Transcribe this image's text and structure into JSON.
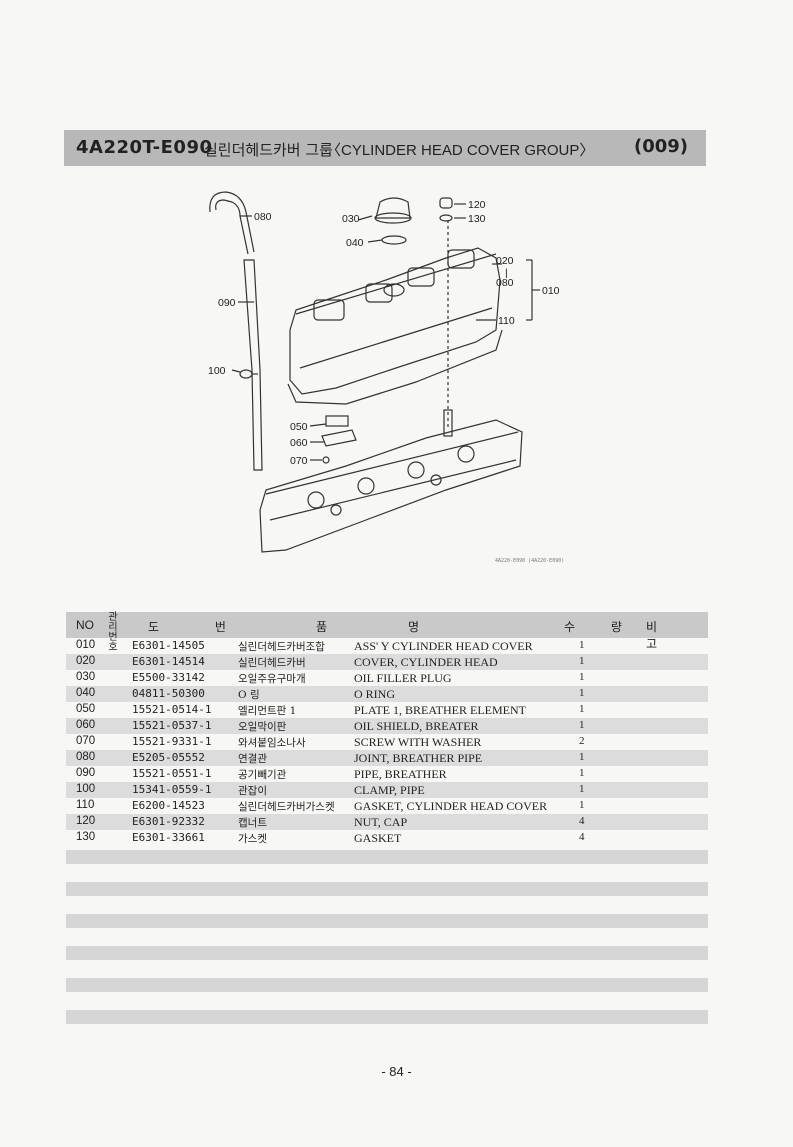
{
  "header": {
    "code": "4A220T-E090",
    "title_ko": "실린더헤드카버 그룹",
    "title_en": "〈CYLINDER HEAD COVER GROUP〉",
    "group_no": "(009)"
  },
  "diagram": {
    "callouts": [
      "080",
      "090",
      "100",
      "030",
      "040",
      "120",
      "130",
      "020",
      "|",
      "080",
      "010",
      "110",
      "050",
      "060",
      "070"
    ],
    "ref_code": "4A220-E090 (4A220-E090)"
  },
  "table": {
    "headers": {
      "no": "NO",
      "key_no": "관리 번호",
      "part_no": "도 번",
      "name_1": "품",
      "name_2": "명",
      "qty": "수 량",
      "remarks": "비 고"
    },
    "rows": [
      {
        "no": "010",
        "part": "E6301-14505",
        "ko": "실린더헤드카버조합",
        "en": "ASS' Y CYLINDER HEAD COVER",
        "qty": "1"
      },
      {
        "no": "020",
        "part": "E6301-14514",
        "ko": "실린더헤드카버",
        "en": "COVER, CYLINDER HEAD",
        "qty": "1"
      },
      {
        "no": "030",
        "part": "E5500-33142",
        "ko": "오일주유구마개",
        "en": "OIL FILLER PLUG",
        "qty": "1"
      },
      {
        "no": "040",
        "part": "04811-50300",
        "ko": "O 링",
        "en": "O RING",
        "qty": "1"
      },
      {
        "no": "050",
        "part": "15521-0514-1",
        "ko": "엘리먼트판 1",
        "en": "PLATE 1, BREATHER ELEMENT",
        "qty": "1"
      },
      {
        "no": "060",
        "part": "15521-0537-1",
        "ko": "오일막이판",
        "en": "OIL SHIELD, BREATER",
        "qty": "1"
      },
      {
        "no": "070",
        "part": "15521-9331-1",
        "ko": "와셔붙임소나사",
        "en": "SCREW WITH WASHER",
        "qty": "2"
      },
      {
        "no": "080",
        "part": "E5205-05552",
        "ko": "연결관",
        "en": "JOINT, BREATHER PIPE",
        "qty": "1"
      },
      {
        "no": "090",
        "part": "15521-0551-1",
        "ko": "공기빼기관",
        "en": "PIPE, BREATHER",
        "qty": "1"
      },
      {
        "no": "100",
        "part": "15341-0559-1",
        "ko": "관잡이",
        "en": "CLAMP, PIPE",
        "qty": "1"
      },
      {
        "no": "110",
        "part": "E6200-14523",
        "ko": "실린더헤드카버가스켓",
        "en": "GASKET, CYLINDER HEAD COVER",
        "qty": "1"
      },
      {
        "no": "120",
        "part": "E6301-92332",
        "ko": "캡너트",
        "en": "NUT, CAP",
        "qty": "4"
      },
      {
        "no": "130",
        "part": "E6301-33661",
        "ko": "가스켓",
        "en": "GASKET",
        "qty": "4"
      }
    ]
  },
  "footer": {
    "page": "- 84 -"
  }
}
